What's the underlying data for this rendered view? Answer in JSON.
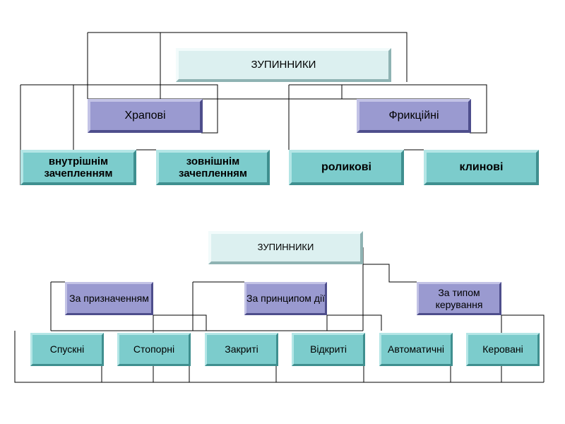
{
  "diagram_top": {
    "root": "ЗУПИННИКИ",
    "groups": [
      {
        "label": "Храпові",
        "children": [
          "внутрішнім зачепленням",
          "зовнішнім зачепленням"
        ]
      },
      {
        "label": "Фрикційні",
        "children": [
          "роликові",
          "клинові"
        ]
      }
    ]
  },
  "diagram_bottom": {
    "root": "ЗУПИННИКИ",
    "groups": [
      {
        "label": "За призначенням",
        "children": [
          "Спускні",
          "Стопорні"
        ]
      },
      {
        "label": "За принципом дії",
        "children": [
          "Закриті",
          "Відкриті"
        ]
      },
      {
        "label": "За типом керування",
        "children": [
          "Автоматичні",
          "Керовані"
        ]
      }
    ]
  },
  "colors": {
    "root_fill": "#dcf0f0",
    "group_fill": "#9a9ad0",
    "leaf_fill": "#7ccccc",
    "line": "#000000"
  }
}
